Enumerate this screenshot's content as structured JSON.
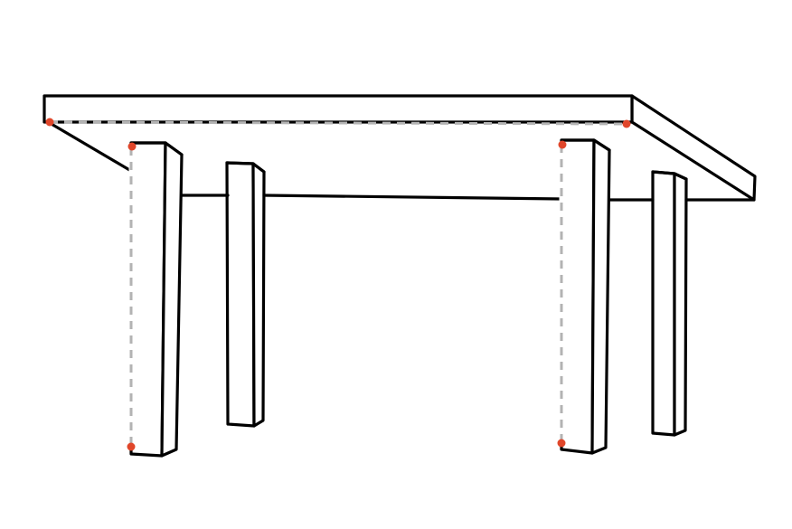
{
  "colors": {
    "background": "#ffffff",
    "outline": "#000000",
    "fill": "#ffffff",
    "guide": "#b3b3b3",
    "marker": "#e0462a"
  },
  "diagram": {
    "subject": "table",
    "legs": 4,
    "dashed_guides": 3,
    "markers": 6
  }
}
